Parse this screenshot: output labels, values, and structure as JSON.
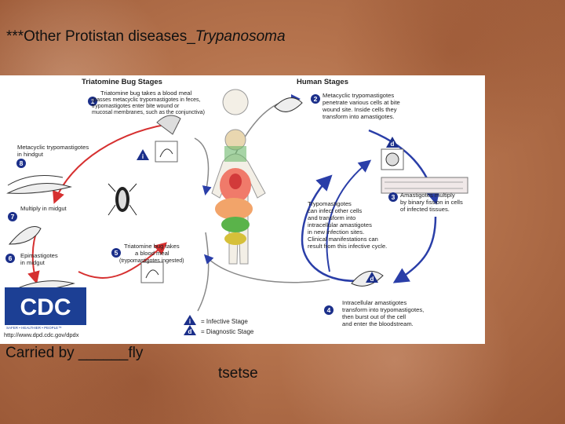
{
  "slide": {
    "title_prefix": "***Other Protistan diseases_",
    "title_italic": "Trypanosoma",
    "caption": "Carried by ______fly",
    "answer": "tsetse"
  },
  "diagram": {
    "header_left": "Triatomine Bug Stages",
    "header_right": "Human Stages",
    "stage1": {
      "num": "1",
      "l1": "Triatomine bug takes a blood meal",
      "l2": "(passes metacyclic trypomastigotes in feces,",
      "l3": "trypomastigotes enter bite wound or",
      "l4": "mucosal membranes, such as the conjunctiva)"
    },
    "stage2": {
      "num": "2",
      "l1": "Metacyclic trypomastigotes",
      "l2": "penetrate various cells at bite",
      "l3": "wound site. Inside cells they",
      "l4": "transform into amastigotes."
    },
    "stage3": {
      "num": "3",
      "l1": "Amastigotes multiply",
      "l2": "by binary fission in cells",
      "l3": "of infected tissues."
    },
    "stage4": {
      "num": "4",
      "l1": "Intracellular amastigotes",
      "l2": "transform into trypomastigotes,",
      "l3": "then burst out of the cell",
      "l4": "and enter the bloodstream."
    },
    "stage5": {
      "num": "5",
      "l1": "Triatomine bug takes",
      "l2": "a blood meal",
      "l3": "(trypomastigotes ingested)"
    },
    "stage6": {
      "num": "6",
      "l1": "Epimastigotes",
      "l2": "in midgut"
    },
    "stage7": {
      "num": "7",
      "l1": "Multiply in midgut"
    },
    "stage8": {
      "num": "8",
      "l1": "Metacyclic trypomastigotes",
      "l2": "in hindgut"
    },
    "center": {
      "l1": "Trypomastigotes",
      "l2": "can infect other cells",
      "l3": "and transform into",
      "l4": "intracellular amastigotes",
      "l5": "in new infection sites.",
      "l6": "Clinical manifestations can",
      "l7": "result from this infective cycle."
    },
    "legend": {
      "i_mark": "i",
      "d_mark": "d",
      "infective": "= Infective Stage",
      "diagnostic": "= Diagnostic Stage"
    },
    "cdc": {
      "logo": "CDC",
      "tagline": "SAFER • HEALTHIER • PEOPLE™",
      "url": "http://www.dpd.cdc.gov/dpdx"
    },
    "colors": {
      "arrow": "#2a3ea8",
      "badge": "#1b2f8a",
      "cdc_blue": "#1c3f94"
    }
  }
}
